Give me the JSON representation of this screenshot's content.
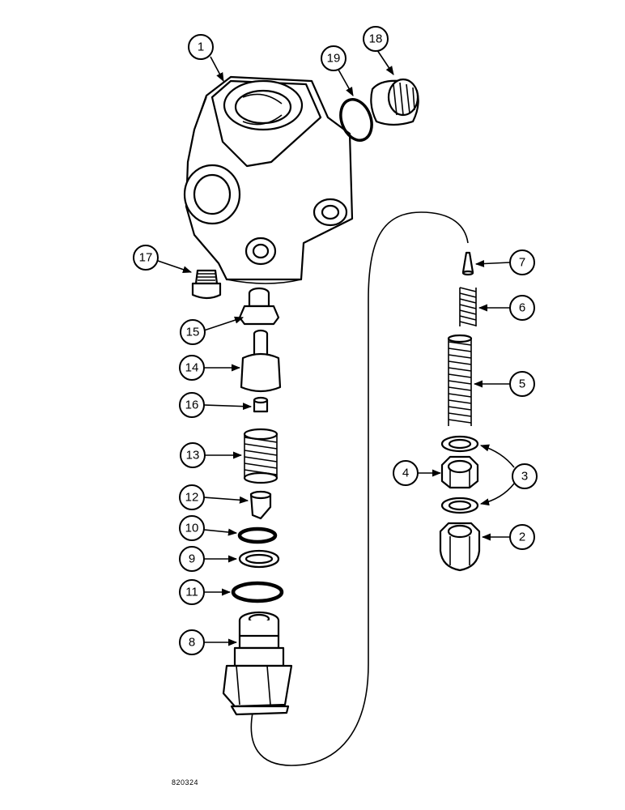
{
  "figure_id": "820324",
  "callouts": [
    "1",
    "2",
    "3",
    "4",
    "5",
    "6",
    "7",
    "8",
    "9",
    "10",
    "11",
    "12",
    "13",
    "14",
    "15",
    "16",
    "17",
    "18",
    "19"
  ],
  "icons": {
    "arrowhead": "arrowhead-icon"
  }
}
